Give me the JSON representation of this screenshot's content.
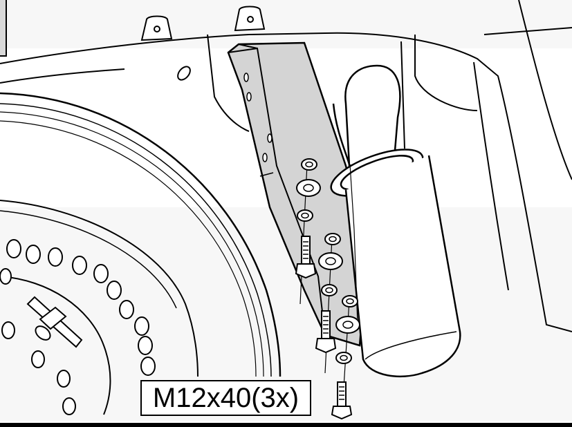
{
  "figure": {
    "callout_label": "M12x40(3x)",
    "colors": {
      "line": "#000000",
      "paper": "#ffffff",
      "bracket_fill": "#d4d4d4",
      "light_fill": "#f2f2f2"
    },
    "icons": [
      "spare-wheel",
      "support-bracket",
      "bolt",
      "washer",
      "exhaust-silencer",
      "mounting-lug"
    ]
  }
}
